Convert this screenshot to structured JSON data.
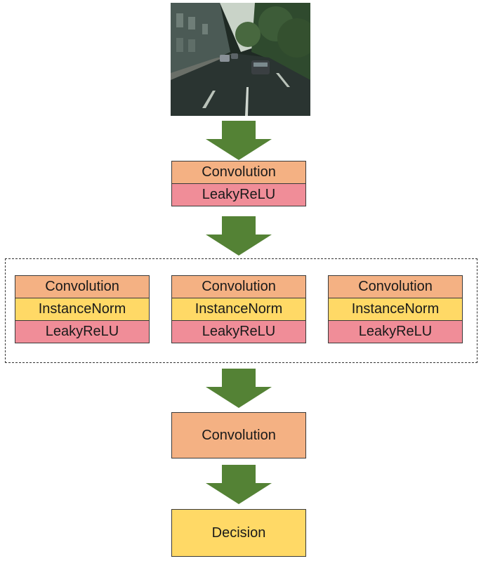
{
  "input_image": {
    "icon": "street-scene-image"
  },
  "colors": {
    "convolution": "#f4b183",
    "instance_norm": "#ffd966",
    "leaky_relu": "#f08d98",
    "decision": "#ffd966",
    "arrow": "#548235"
  },
  "stage1": {
    "convolution": "Convolution",
    "activation": "LeakyReLU"
  },
  "repeated_blocks": [
    {
      "convolution": "Convolution",
      "norm": "InstanceNorm",
      "activation": "LeakyReLU"
    },
    {
      "convolution": "Convolution",
      "norm": "InstanceNorm",
      "activation": "LeakyReLU"
    },
    {
      "convolution": "Convolution",
      "norm": "InstanceNorm",
      "activation": "LeakyReLU"
    }
  ],
  "final_convolution": "Convolution",
  "output": "Decision"
}
